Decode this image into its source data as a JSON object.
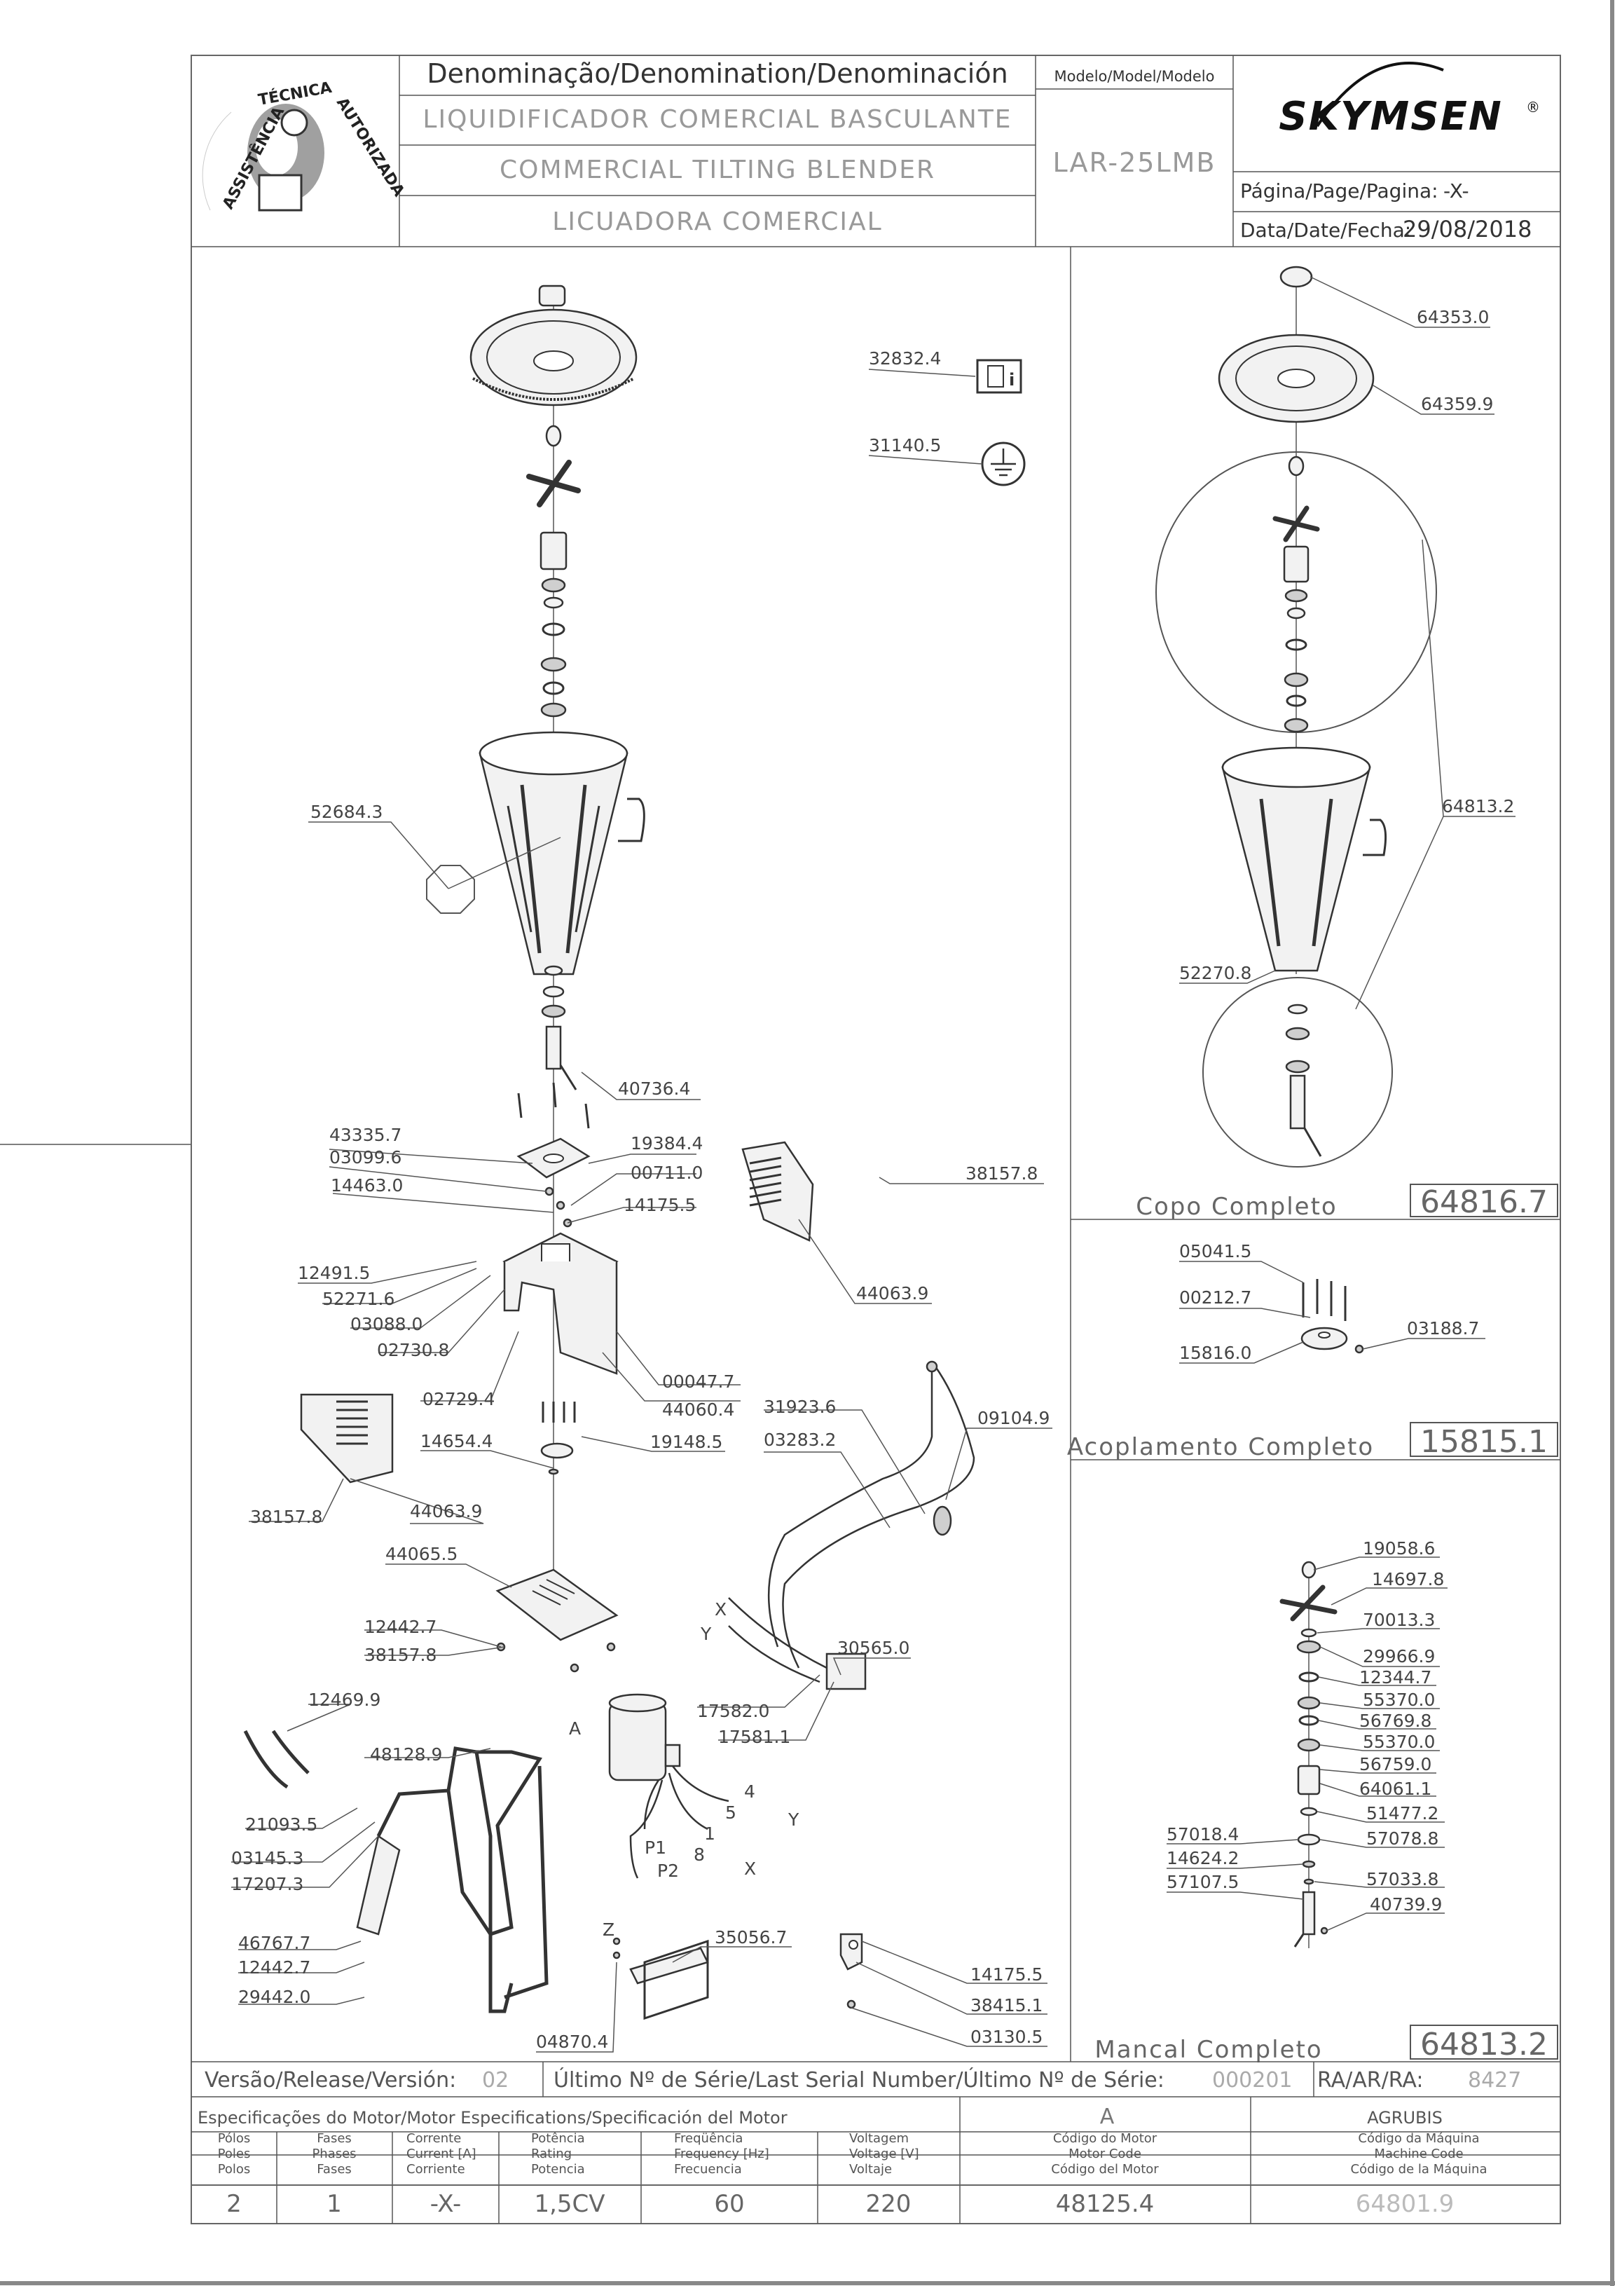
{
  "header": {
    "logo_text": "ASSISTÊNCIA TÉCNICA AUTORIZADA",
    "denomination_label": "Denominação/Denomination/Denominación",
    "name_pt": "LIQUIDIFICADOR COMERCIAL BASCULANTE",
    "name_en": "COMMERCIAL TILTING BLENDER",
    "name_es": "LICUADORA COMERCIAL",
    "model_label": "Modelo/Model/Modelo",
    "model_value": "LAR-25LMB",
    "brand": "SKYMSEN",
    "brand_mark": "®",
    "page_label": "Página/Page/Pagina:",
    "page_value": "-X-",
    "date_label": "Data/Date/Fecha:",
    "date_value": "29/08/2018"
  },
  "main_labels": [
    {
      "id": "32832.4"
    },
    {
      "id": "31140.5"
    },
    {
      "id": "52684.3"
    },
    {
      "id": "40736.4"
    },
    {
      "id": "43335.7"
    },
    {
      "id": "03099.6"
    },
    {
      "id": "19384.4"
    },
    {
      "id": "00711.0"
    },
    {
      "id": "14463.0"
    },
    {
      "id": "14175.5"
    },
    {
      "id": "38157.8"
    },
    {
      "id": "12491.5"
    },
    {
      "id": "52271.6"
    },
    {
      "id": "03088.0"
    },
    {
      "id": "02730.8"
    },
    {
      "id": "44063.9"
    },
    {
      "id": "00047.7"
    },
    {
      "id": "44060.4"
    },
    {
      "id": "02729.4"
    },
    {
      "id": "14654.4"
    },
    {
      "id": "19148.5"
    },
    {
      "id": "31923.6"
    },
    {
      "id": "09104.9"
    },
    {
      "id": "03283.2"
    },
    {
      "id": "38157.8"
    },
    {
      "id": "44063.9"
    },
    {
      "id": "44065.5"
    },
    {
      "id": "12442.7"
    },
    {
      "id": "38157.8"
    },
    {
      "id": "30565.0"
    },
    {
      "id": "17582.0"
    },
    {
      "id": "17581.1"
    },
    {
      "id": "12469.9"
    },
    {
      "id": "48128.9"
    },
    {
      "id": "21093.5"
    },
    {
      "id": "03145.3"
    },
    {
      "id": "17207.3"
    },
    {
      "id": "46767.7"
    },
    {
      "id": "12442.7"
    },
    {
      "id": "29442.0"
    },
    {
      "id": "35056.7"
    },
    {
      "id": "04870.4"
    },
    {
      "id": "14175.5"
    },
    {
      "id": "38415.1"
    },
    {
      "id": "03130.5"
    }
  ],
  "wire_labels": {
    "motor": "A",
    "w4": "4",
    "w5": "5",
    "wy": "Y",
    "w1": "1",
    "w8": "8",
    "wx": "X",
    "p1": "P1",
    "p2": "P2",
    "z": "Z",
    "x2": "X",
    "y2": "Y"
  },
  "cup_panel": {
    "title": "Copo Completo",
    "code": "64816.7",
    "labels": [
      {
        "id": "64353.0"
      },
      {
        "id": "64359.9"
      },
      {
        "id": "64813.2"
      },
      {
        "id": "52270.8"
      }
    ]
  },
  "coupling_panel": {
    "title": "Acoplamento Completo",
    "code": "15815.1",
    "labels": [
      {
        "id": "05041.5"
      },
      {
        "id": "00212.7"
      },
      {
        "id": "03188.7"
      },
      {
        "id": "15816.0"
      }
    ]
  },
  "bearing_panel": {
    "title": "Mancal Completo",
    "code": "64813.2",
    "labels": [
      {
        "id": "19058.6"
      },
      {
        "id": "14697.8"
      },
      {
        "id": "70013.3"
      },
      {
        "id": "29966.9"
      },
      {
        "id": "12344.7"
      },
      {
        "id": "55370.0"
      },
      {
        "id": "56769.8"
      },
      {
        "id": "55370.0"
      },
      {
        "id": "56759.0"
      },
      {
        "id": "64061.1"
      },
      {
        "id": "51477.2"
      },
      {
        "id": "57018.4"
      },
      {
        "id": "57078.8"
      },
      {
        "id": "14624.2"
      },
      {
        "id": "57033.8"
      },
      {
        "id": "57107.5"
      },
      {
        "id": "40739.9"
      }
    ]
  },
  "release": {
    "version_label": "Versão/Release/Versión:",
    "version_value": "02",
    "serial_label": "Último Nº de Série/Last Serial Number/Último Nº de Série:",
    "serial_value": "000201",
    "ra_label": "RA/AR/RA:",
    "ra_value": "8427"
  },
  "motor_specs": {
    "title": "Especificações do Motor/Motor Especifications/Specificación del Motor",
    "column_a": "A",
    "column_agrubis": "AGRUBIS",
    "headers": [
      [
        "Pólos",
        "Poles",
        "Polos"
      ],
      [
        "Fases",
        "Phases",
        "Fases"
      ],
      [
        "Corrente",
        "Current [A]",
        "Corriente"
      ],
      [
        "Potência",
        "Rating",
        "Potencia"
      ],
      [
        "Freqüência",
        "Frequency [Hz]",
        "Frecuencia"
      ],
      [
        "Voltagem",
        "Voltage [V]",
        "Voltaje"
      ],
      [
        "Código do Motor",
        "Motor Code",
        "Código del Motor"
      ],
      [
        "Código da Máquina",
        "Machine Code",
        "Código de la Máquina"
      ]
    ],
    "values": [
      "2",
      "1",
      "-X-",
      "1,5CV",
      "60",
      "220",
      "48125.4",
      "64801.9"
    ]
  }
}
